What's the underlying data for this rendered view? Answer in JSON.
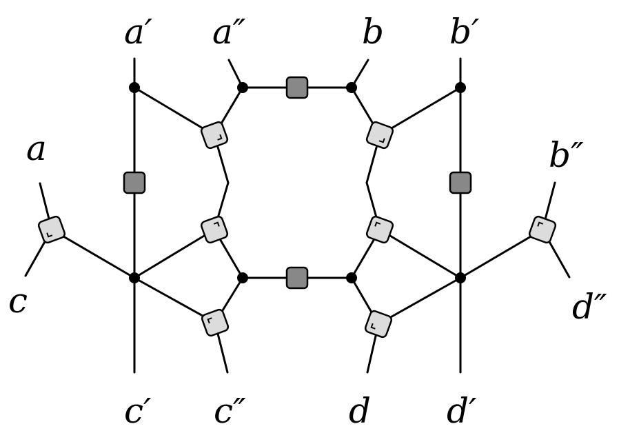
{
  "diagram": {
    "top_labels": [
      "a′",
      "a″",
      "b",
      "b′"
    ],
    "bottom_labels": [
      "c′",
      "c″",
      "d",
      "d′"
    ],
    "left_labels": [
      "a",
      "c"
    ],
    "right_labels": [
      "b″",
      "d″"
    ],
    "colors": {
      "dark_tensor": "#888888",
      "light_tensor": "#dcdcdc",
      "line": "#000000",
      "background": "#ffffff"
    }
  }
}
